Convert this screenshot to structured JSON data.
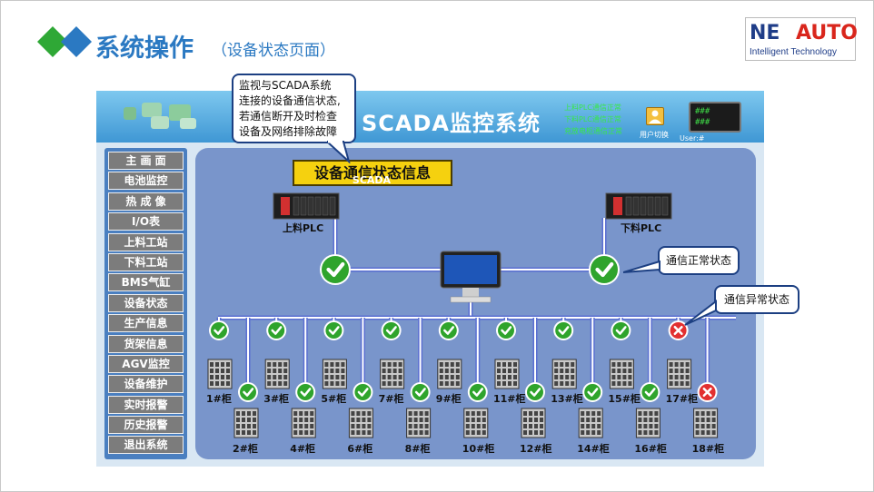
{
  "slide": {
    "title": "系统操作",
    "subtitle": "（设备状态页面）"
  },
  "logo": {
    "ne": "NE",
    "auto": "AUTO",
    "tagline": "Intelligent Technology"
  },
  "header": {
    "title": "SCADA监控系统",
    "status_lines": [
      "上料PLC通信正常",
      "下料PLC通信正常",
      "充放电柜通信正常"
    ],
    "user_switch": "用户切换",
    "user_monitor": [
      "###",
      "###"
    ],
    "user_field": "User:#"
  },
  "menu": [
    "主 画 面",
    "电池监控",
    "热 成 像",
    "I/O表",
    "上料工站",
    "下料工站",
    "BMS气缸",
    "设备状态",
    "生产信息",
    "货架信息",
    "AGV监控",
    "设备维护",
    "实时报警",
    "历史报警",
    "退出系统"
  ],
  "panel": {
    "heading": "设备通信状态信息",
    "upper_plc": "上料PLC",
    "lower_plc": "下料PLC",
    "scada": "SCADA"
  },
  "callouts": {
    "description": [
      "监视与SCADA系统",
      "连接的设备通信状态,",
      "若通信断开及时检查",
      "设备及网络排除故障"
    ],
    "normal": "通信正常状态",
    "abnormal": "通信异常状态"
  },
  "cabinets": [
    {
      "label": "1#柜",
      "status": "ok"
    },
    {
      "label": "2#柜",
      "status": "ok"
    },
    {
      "label": "3#柜",
      "status": "ok"
    },
    {
      "label": "4#柜",
      "status": "ok"
    },
    {
      "label": "5#柜",
      "status": "ok"
    },
    {
      "label": "6#柜",
      "status": "ok"
    },
    {
      "label": "7#柜",
      "status": "ok"
    },
    {
      "label": "8#柜",
      "status": "ok"
    },
    {
      "label": "9#柜",
      "status": "ok"
    },
    {
      "label": "10#柜",
      "status": "ok"
    },
    {
      "label": "11#柜",
      "status": "ok"
    },
    {
      "label": "12#柜",
      "status": "ok"
    },
    {
      "label": "13#柜",
      "status": "ok"
    },
    {
      "label": "14#柜",
      "status": "ok"
    },
    {
      "label": "15#柜",
      "status": "ok"
    },
    {
      "label": "16#柜",
      "status": "ok"
    },
    {
      "label": "17#柜",
      "status": "error"
    },
    {
      "label": "18#柜",
      "status": "error"
    }
  ],
  "colors": {
    "ok": "#2fa42c",
    "error": "#e23030",
    "bus": "#ffffff",
    "accent": "#2b79c2"
  }
}
